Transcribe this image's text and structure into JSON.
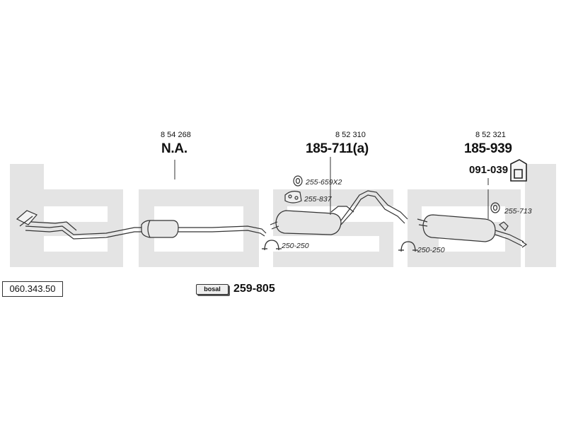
{
  "watermark": {
    "color": "#e4e4e4"
  },
  "reference": "060.343.50",
  "parts": [
    {
      "oe_number": "8 54 268",
      "part_number": "N.A."
    },
    {
      "oe_number": "8 52 310",
      "part_number": "185-711(a)"
    },
    {
      "oe_number": "8 52 321",
      "part_number": "185-939"
    }
  ],
  "mount_part": "091-039",
  "accessories": [
    {
      "code": "255-659X2",
      "icon": "rubber-ring-icon"
    },
    {
      "code": "255-837",
      "icon": "hanger-icon"
    },
    {
      "code": "250-250",
      "icon": "clamp-icon"
    },
    {
      "code": "250-250",
      "icon": "clamp-icon"
    },
    {
      "code": "255-713",
      "icon": "rubber-ring-icon"
    }
  ],
  "kit": {
    "badge": "bosal",
    "part_number": "259-805"
  }
}
